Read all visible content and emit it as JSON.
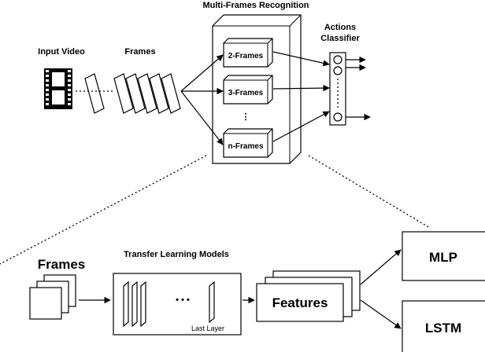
{
  "top": {
    "input_video_label": "Input Video",
    "frames_label": "Frames",
    "multi_frames_title": "Multi-Frames Recognition",
    "classifier_label_line1": "Actions",
    "classifier_label_line2": "Classifier",
    "modules": [
      "2-Frames",
      "3-Frames",
      "n-Frames"
    ],
    "ellipsis": "⋮"
  },
  "bottom": {
    "frames_label": "Frames",
    "transfer_title": "Transfer Learning Models",
    "dots": "• • •",
    "last_layer_label": "Last Layer",
    "features_label": "Features",
    "mlp_label": "MLP",
    "lstm_label": "LSTM"
  }
}
